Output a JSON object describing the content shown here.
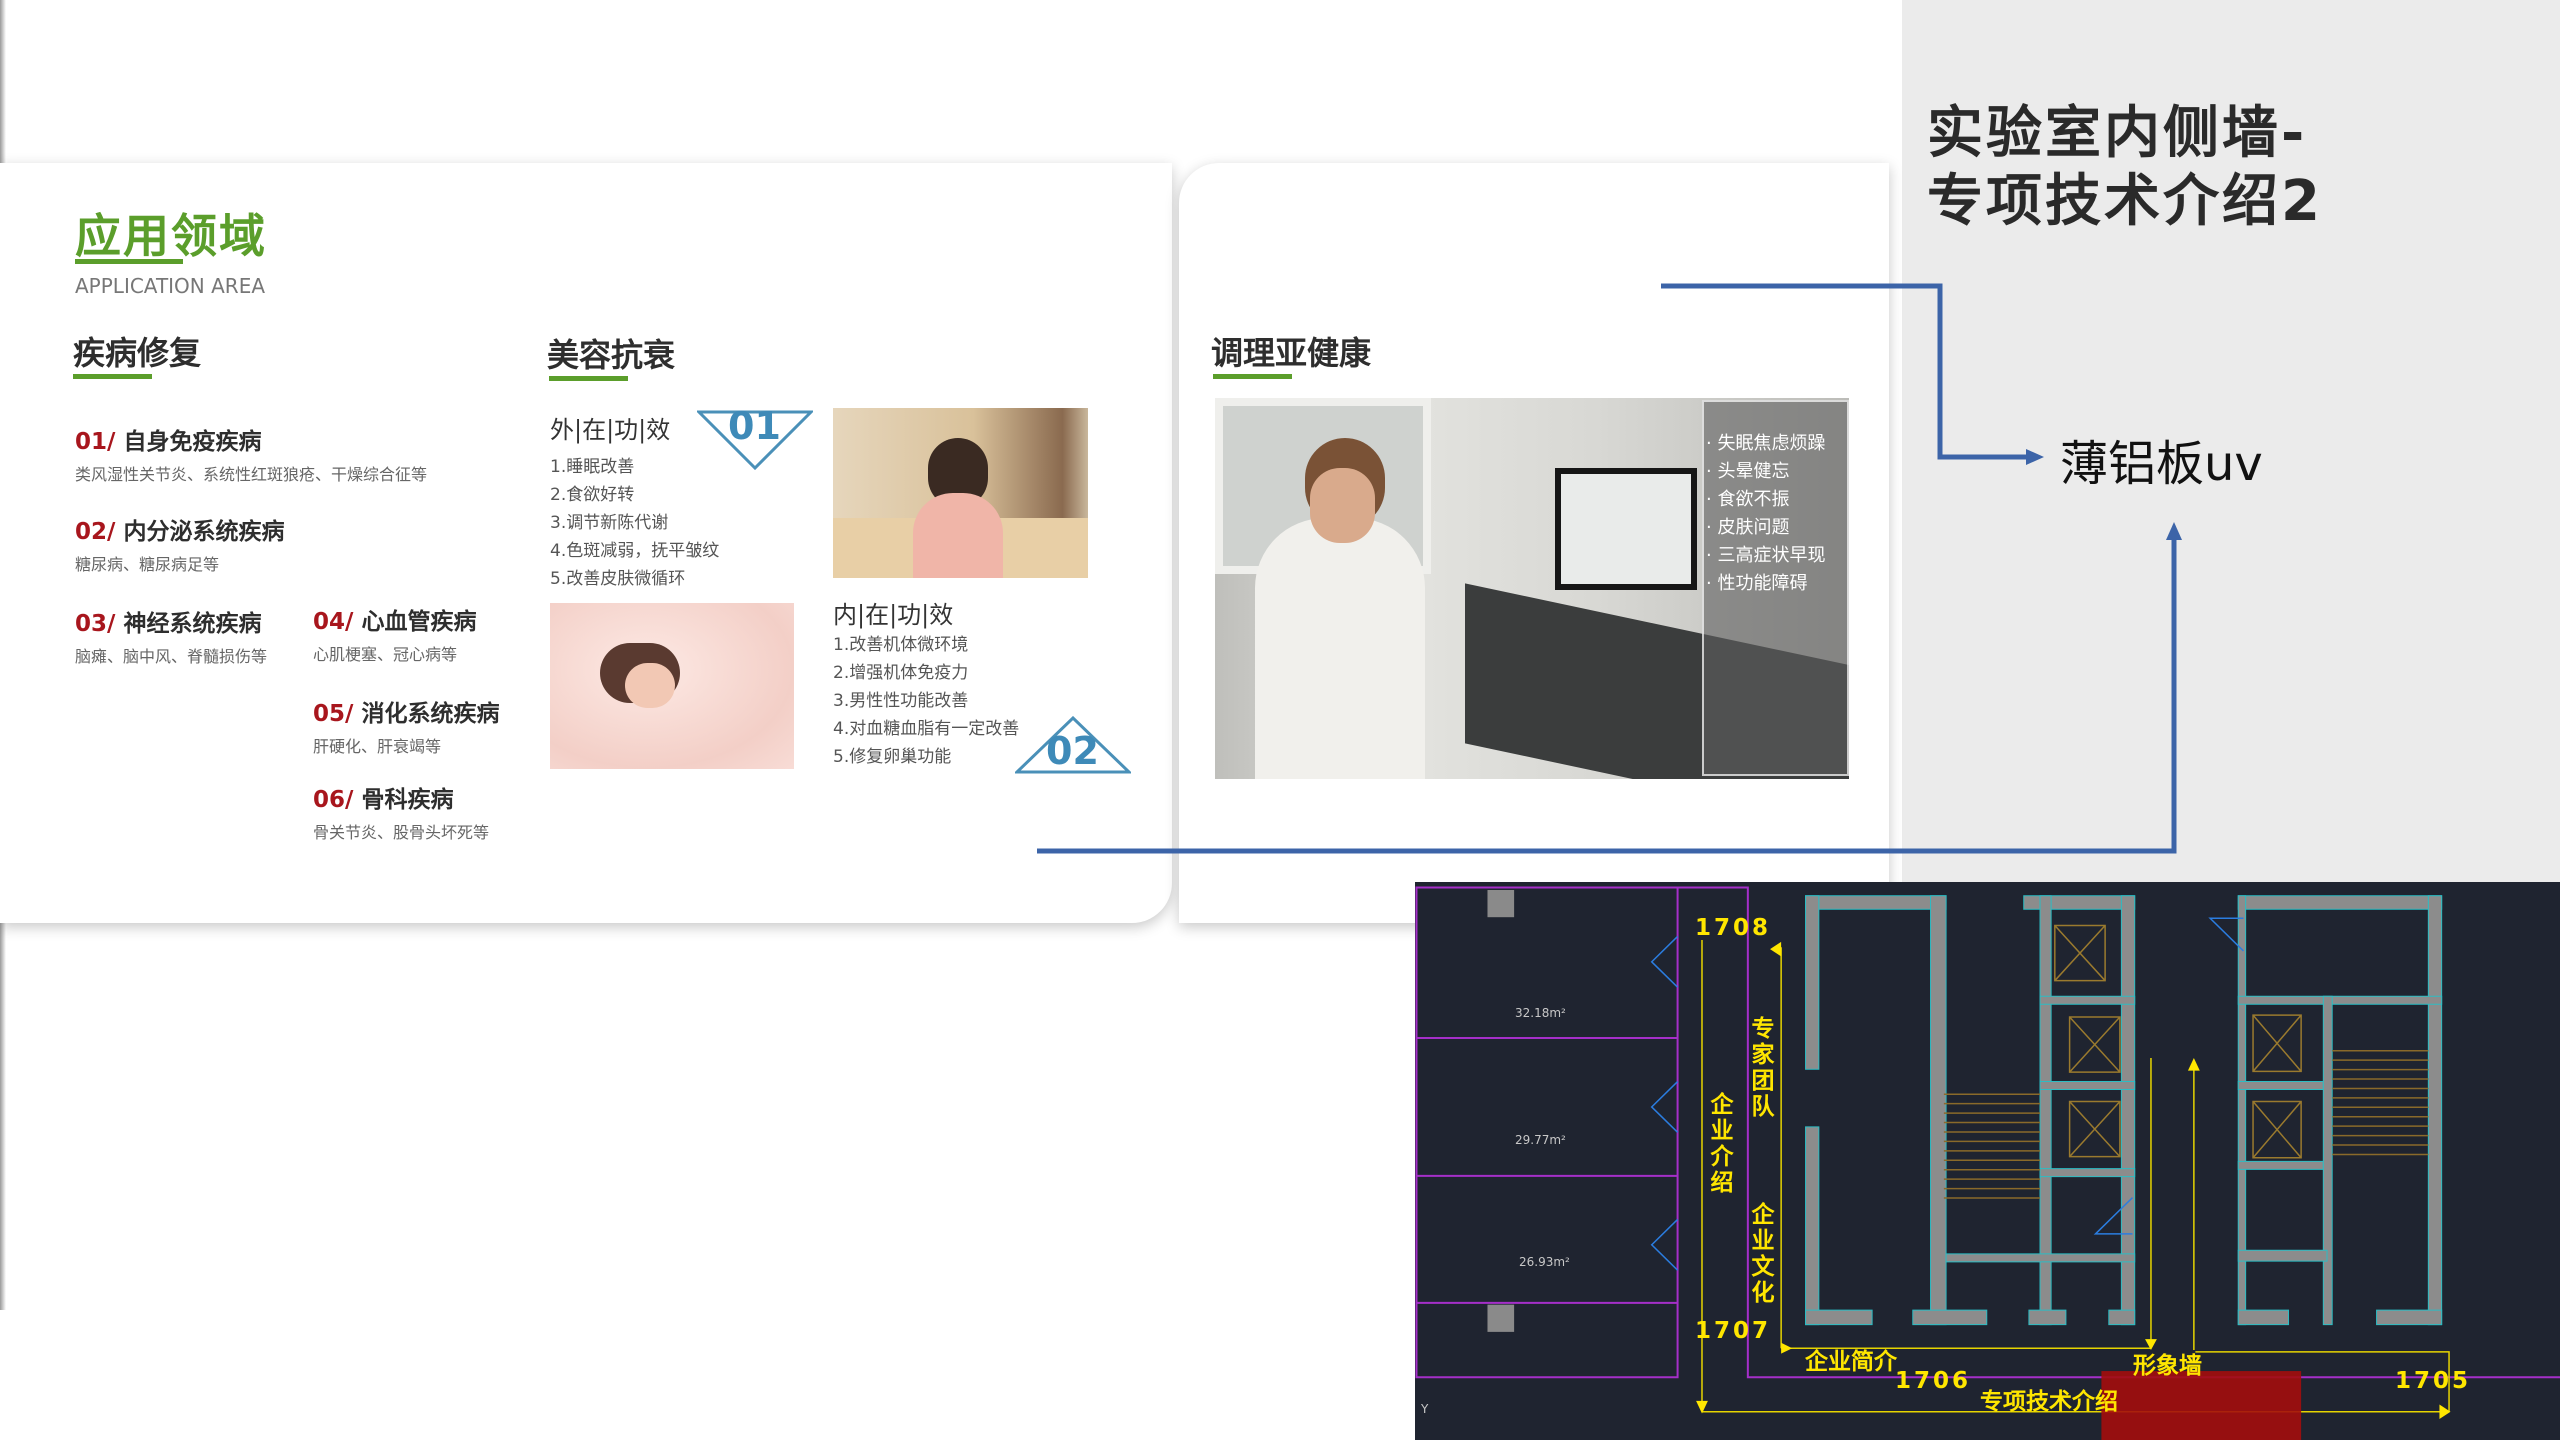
{
  "right_panel": {
    "title_line1": "实验室内侧墙-",
    "title_line2": "专项技术介绍2",
    "material_label": "薄铝板uv",
    "connector_color": "#3c64a8"
  },
  "left_card": {
    "title": "应用领域",
    "subtitle": "APPLICATION AREA",
    "disease": {
      "heading": "疾病修复",
      "items": [
        {
          "num": "01/",
          "name": "自身免疫疾病",
          "desc": "类风湿性关节炎、系统性红斑狼疮、干燥综合征等"
        },
        {
          "num": "02/",
          "name": "内分泌系统疾病",
          "desc": "糖尿病、糖尿病足等"
        },
        {
          "num": "03/",
          "name": "神经系统疾病",
          "desc": "脑瘫、脑中风、脊髓损伤等"
        },
        {
          "num": "04/",
          "name": "心血管疾病",
          "desc": "心肌梗塞、冠心病等"
        },
        {
          "num": "05/",
          "name": "消化系统疾病",
          "desc": "肝硬化、肝衰竭等"
        },
        {
          "num": "06/",
          "name": "骨科疾病",
          "desc": "骨关节炎、股骨头坏死等"
        }
      ]
    },
    "beauty": {
      "heading": "美容抗衰",
      "outer": {
        "title": "外|在|功|效",
        "badge": "01",
        "items": [
          "1.睡眠改善",
          "2.食欲好转",
          "3.调节新陈代谢",
          "4.色斑减弱，抚平皱纹",
          "5.改善皮肤微循环"
        ]
      },
      "inner": {
        "title": "内|在|功|效",
        "badge": "02",
        "items": [
          "1.改善机体微环境",
          "2.增强机体免疫力",
          "3.男性性功能改善",
          "4.对血糖血脂有一定改善",
          "5.修复卵巢功能"
        ]
      }
    }
  },
  "middle_card": {
    "heading": "调理亚健康",
    "symptoms": [
      "· 失眠焦虑烦躁",
      "· 头晕健忘",
      "· 食欲不振",
      "· 皮肤问题",
      "· 三高症状早现",
      "· 性功能障碍"
    ]
  },
  "floorplan": {
    "room_numbers": {
      "r1708": "1708",
      "r1707": "1707",
      "r1706": "1706",
      "r1705": "1705"
    },
    "labels": {
      "expert_team": "专家团队",
      "company_intro": "企业介绍",
      "company_culture": "企业文化",
      "company_brief": "企业简介",
      "image_wall": "形象墙",
      "tech_intro": "专项技术介绍"
    },
    "areas": [
      "32.18m²",
      "29.77m²",
      "26.93m²"
    ],
    "axis_label": "Y"
  }
}
